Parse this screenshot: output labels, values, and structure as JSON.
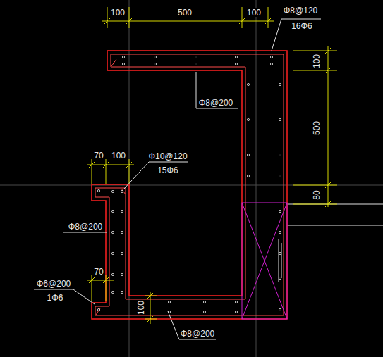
{
  "diagram": {
    "labels": [
      "100",
      "500",
      "100",
      "Φ8@120",
      "16Φ6",
      "100",
      "500",
      "80",
      "Φ8@200",
      "70",
      "100",
      "Φ10@120",
      "15Φ6",
      "Φ8@200",
      "70",
      "Φ6@200",
      "1Φ6",
      "100",
      "Φ8@200"
    ]
  }
}
